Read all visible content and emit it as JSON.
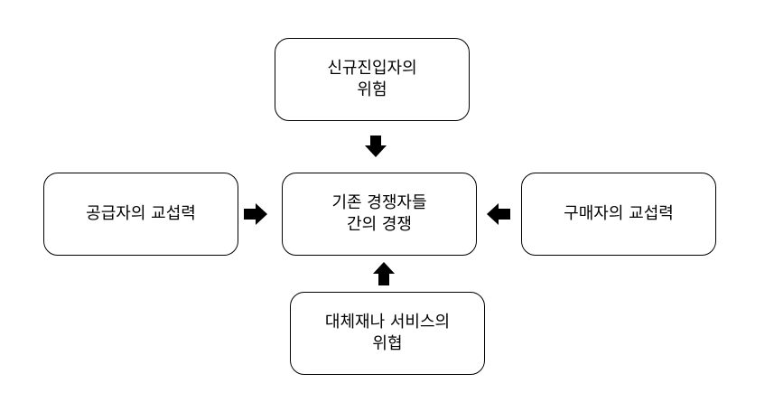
{
  "diagram": {
    "top": {
      "label": "신규진입자의\n위험"
    },
    "left": {
      "label": "공급자의 교섭력"
    },
    "center": {
      "label": "기존 경쟁자들\n간의 경쟁"
    },
    "right": {
      "label": "구매자의 교섭력"
    },
    "bottom": {
      "label": "대체재나 서비스의\n위협"
    }
  },
  "colors": {
    "border": "#000000",
    "arrow": "#000000",
    "background": "#ffffff"
  }
}
